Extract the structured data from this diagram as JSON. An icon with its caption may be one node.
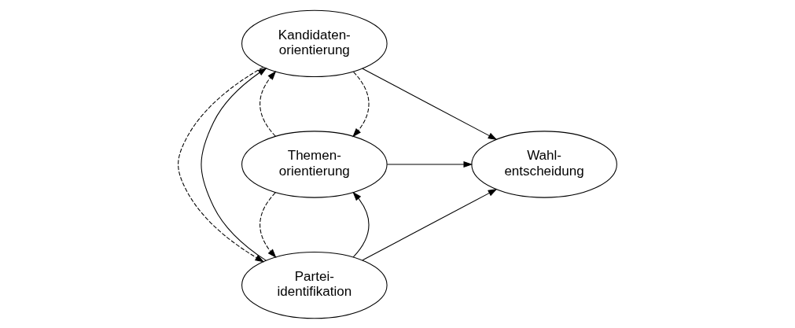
{
  "diagram": {
    "nodes": [
      {
        "text": [
          "Themen- orientierung"
        ]
      },
      {
        "text": [
          "Partei- identifikation"
        ]
      },
      {
        "text": [
          "Kandidaten- orientierung"
        ]
      },
      {
        "text": [
          "Wahl- entscheidung"
        ]
      }
    ],
    "edges": [
      {
        "from": 1,
        "to": 0,
        "arrow": "to"
      },
      {
        "from": 0,
        "to": 1,
        "arrow": "to",
        "style": "dashed"
      },
      {
        "from": 2,
        "to": 0,
        "arrow": "to",
        "style": "dashed"
      },
      {
        "from": 0,
        "to": 2,
        "arrow": "to",
        "style": "dashed"
      },
      {
        "from": 0,
        "to": 3,
        "arrow": "to"
      },
      {
        "from": 1,
        "to": 3,
        "arrow": "to"
      },
      {
        "from": 1,
        "to": 2,
        "arrow": "to"
      },
      {
        "from": 2,
        "to": 1,
        "arrow": "to",
        "style": "dashed"
      },
      {
        "from": 2,
        "to": 3,
        "arrow": "to"
      }
    ]
  }
}
